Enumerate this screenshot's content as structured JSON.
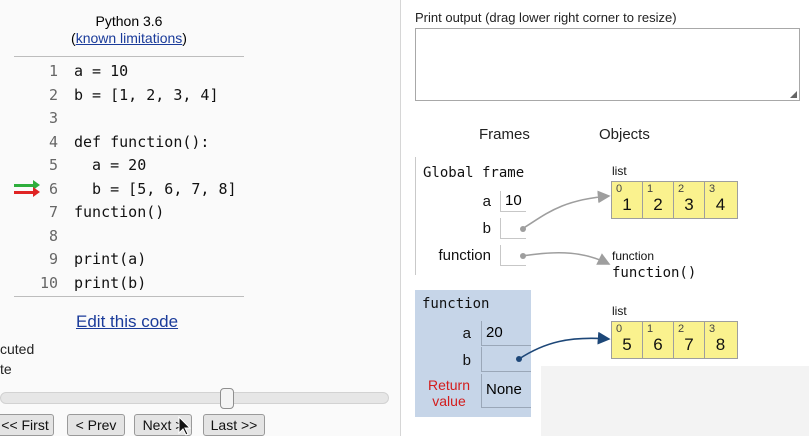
{
  "header": {
    "python_version": "Python 3.6",
    "limitations_open": "(",
    "limitations_link": "known limitations",
    "limitations_close": ")"
  },
  "code": {
    "lines": [
      {
        "no": "1",
        "text": "a = 10"
      },
      {
        "no": "2",
        "text": "b = [1, 2, 3, 4]"
      },
      {
        "no": "3",
        "text": ""
      },
      {
        "no": "4",
        "text": "def function():"
      },
      {
        "no": "5",
        "text": "  a = 20"
      },
      {
        "no": "6",
        "text": "  b = [5, 6, 7, 8]"
      },
      {
        "no": "7",
        "text": "function()"
      },
      {
        "no": "8",
        "text": ""
      },
      {
        "no": "9",
        "text": "print(a)"
      },
      {
        "no": "10",
        "text": "print(b)"
      }
    ],
    "current_line": 6,
    "arrow_colors": {
      "prev": "#2eae3c",
      "next": "#e02424"
    }
  },
  "controls": {
    "edit_link": "Edit this code",
    "clipped_line_1": "cuted",
    "clipped_line_2": "te",
    "first": "<< First",
    "prev": "< Prev",
    "next": "Next >",
    "last": "Last >>"
  },
  "print_output": {
    "label": "Print output (drag lower right corner to resize)",
    "content": ""
  },
  "viz": {
    "frames_heading": "Frames",
    "objects_heading": "Objects",
    "global_frame": {
      "title": "Global frame",
      "vars": [
        {
          "name": "a",
          "value": "10"
        },
        {
          "name": "b",
          "value": ""
        },
        {
          "name": "function",
          "value": ""
        }
      ]
    },
    "function_frame": {
      "title": "function",
      "vars": [
        {
          "name": "a",
          "value": "20"
        },
        {
          "name": "b",
          "value": ""
        }
      ],
      "return_label_1": "Return",
      "return_label_2": "value",
      "return_value": "None"
    },
    "objects": {
      "list1": {
        "type": "list",
        "items": [
          {
            "idx": "0",
            "val": "1"
          },
          {
            "idx": "1",
            "val": "2"
          },
          {
            "idx": "2",
            "val": "3"
          },
          {
            "idx": "3",
            "val": "4"
          }
        ]
      },
      "func_obj": {
        "type": "function",
        "value": "function()"
      },
      "list2": {
        "type": "list",
        "items": [
          {
            "idx": "0",
            "val": "5"
          },
          {
            "idx": "1",
            "val": "6"
          },
          {
            "idx": "2",
            "val": "7"
          },
          {
            "idx": "3",
            "val": "8"
          }
        ]
      }
    },
    "colors": {
      "list_bg": "#faf28e",
      "frame_bg": "#c6d5e8",
      "pointer_dark": "#1d4778",
      "pointer_gray": "#9e9e9e"
    }
  }
}
